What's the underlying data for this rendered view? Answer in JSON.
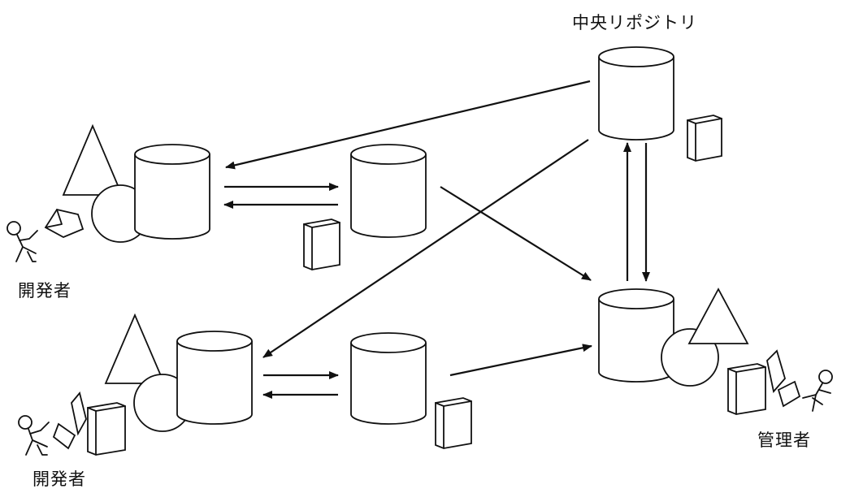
{
  "labels": {
    "central_repository": "中央リポジトリ",
    "developer_top": "開発者",
    "developer_bottom": "開発者",
    "administrator": "管理者"
  },
  "colors": {
    "stroke": "#111111",
    "background": "#ffffff"
  }
}
